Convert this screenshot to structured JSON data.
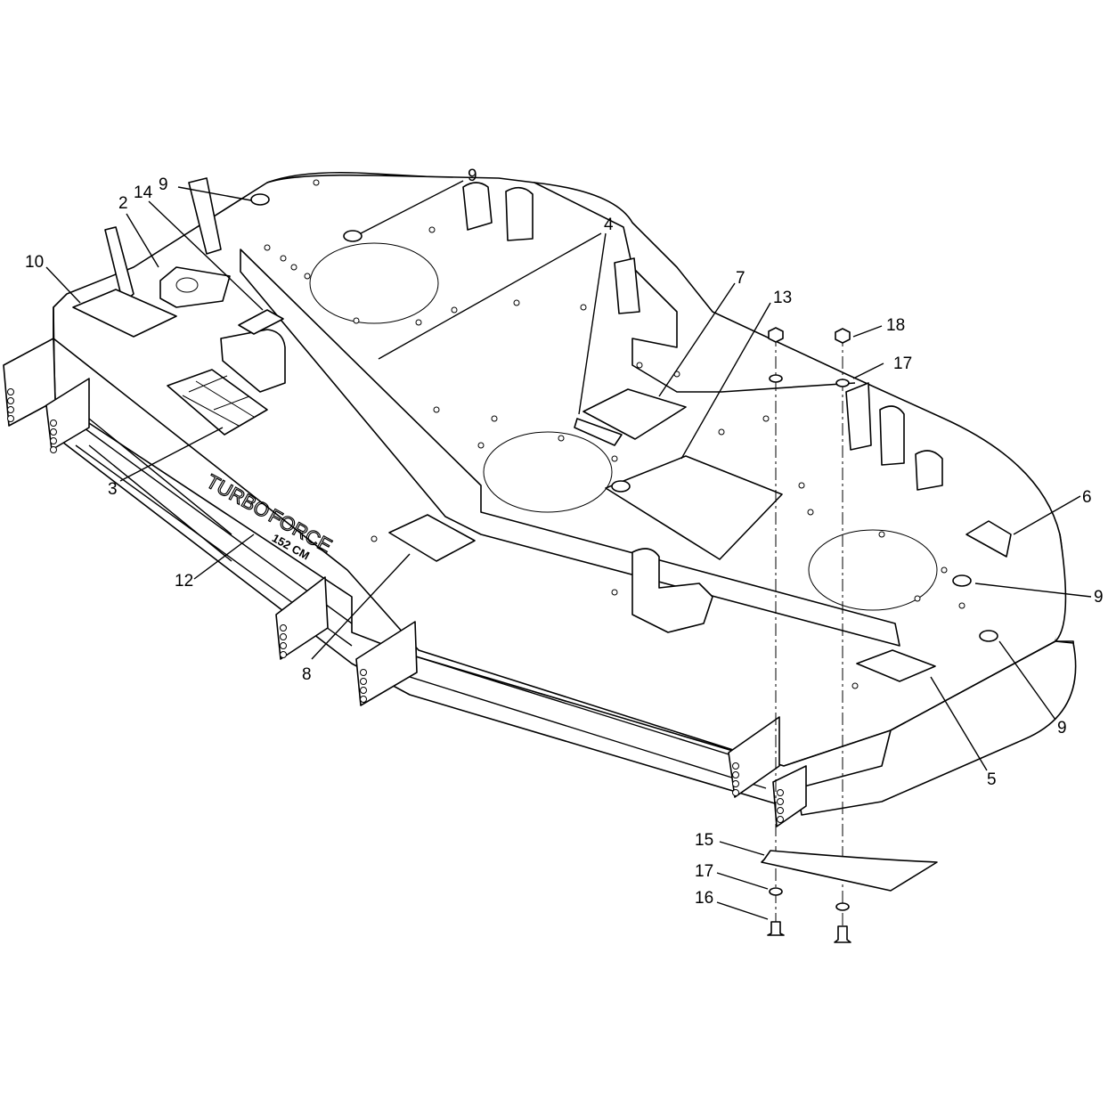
{
  "callouts": {
    "c1": "9",
    "c2": "9",
    "c3": "14",
    "c4": "2",
    "c5": "10",
    "c6": "4",
    "c7": "7",
    "c8": "13",
    "c9": "18",
    "c10": "17",
    "c11": "6",
    "c12": "9",
    "c13": "9",
    "c14": "5",
    "c15": "3",
    "c16": "12",
    "c17": "8",
    "c18": "15",
    "c19": "17",
    "c20": "16"
  },
  "stencil": {
    "word1": "TURBO",
    "word2": "FORCE",
    "size": "152 CM"
  }
}
